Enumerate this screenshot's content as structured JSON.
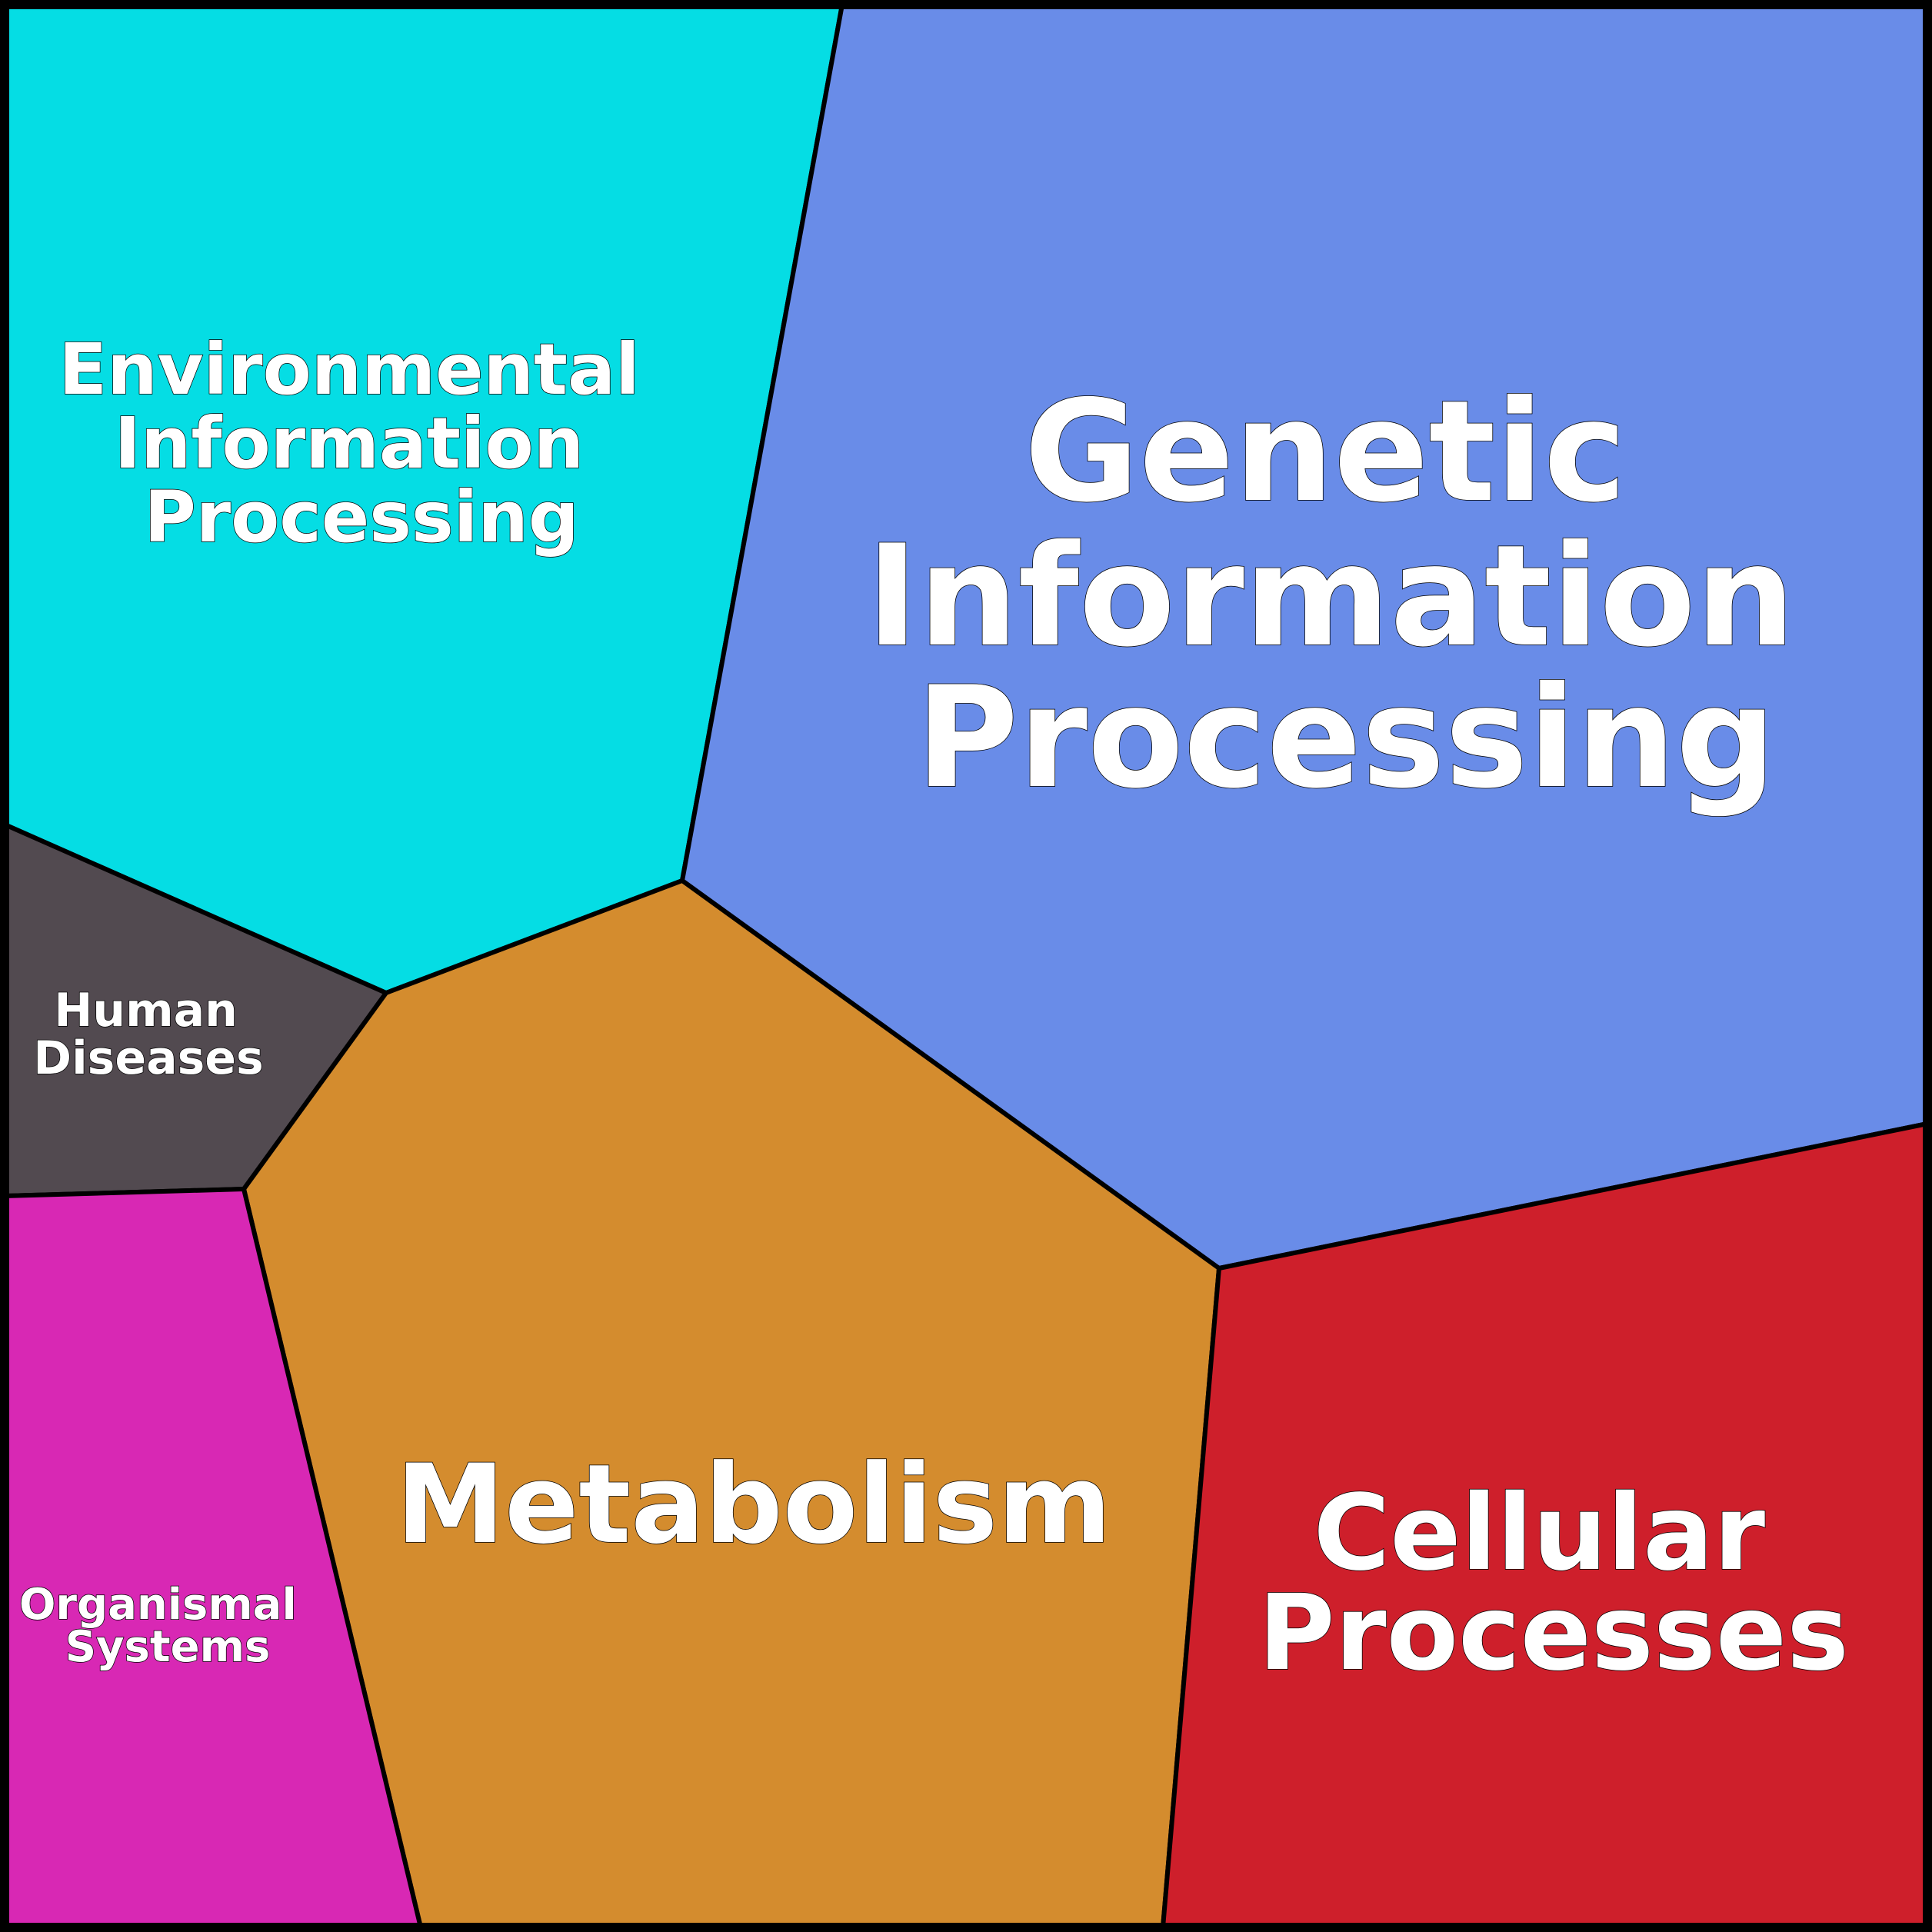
{
  "categories": [
    {
      "key": "environmental",
      "lines": [
        "Environmental",
        "Information",
        "Processing"
      ],
      "color": "#05DDE4"
    },
    {
      "key": "genetic",
      "lines": [
        "Genetic",
        "Information",
        "Processing"
      ],
      "color": "#698CE8"
    },
    {
      "key": "human-diseases",
      "lines": [
        "Human",
        "Diseases"
      ],
      "color": "#524A50"
    },
    {
      "key": "metabolism",
      "lines": [
        "Metabolism"
      ],
      "color": "#D48C2E"
    },
    {
      "key": "organismal",
      "lines": [
        "Organismal",
        "Systems"
      ],
      "color": "#D828B4"
    },
    {
      "key": "cellular",
      "lines": [
        "Cellular",
        "Processes"
      ],
      "color": "#CE1F2B"
    }
  ],
  "frame_color": "#000000"
}
